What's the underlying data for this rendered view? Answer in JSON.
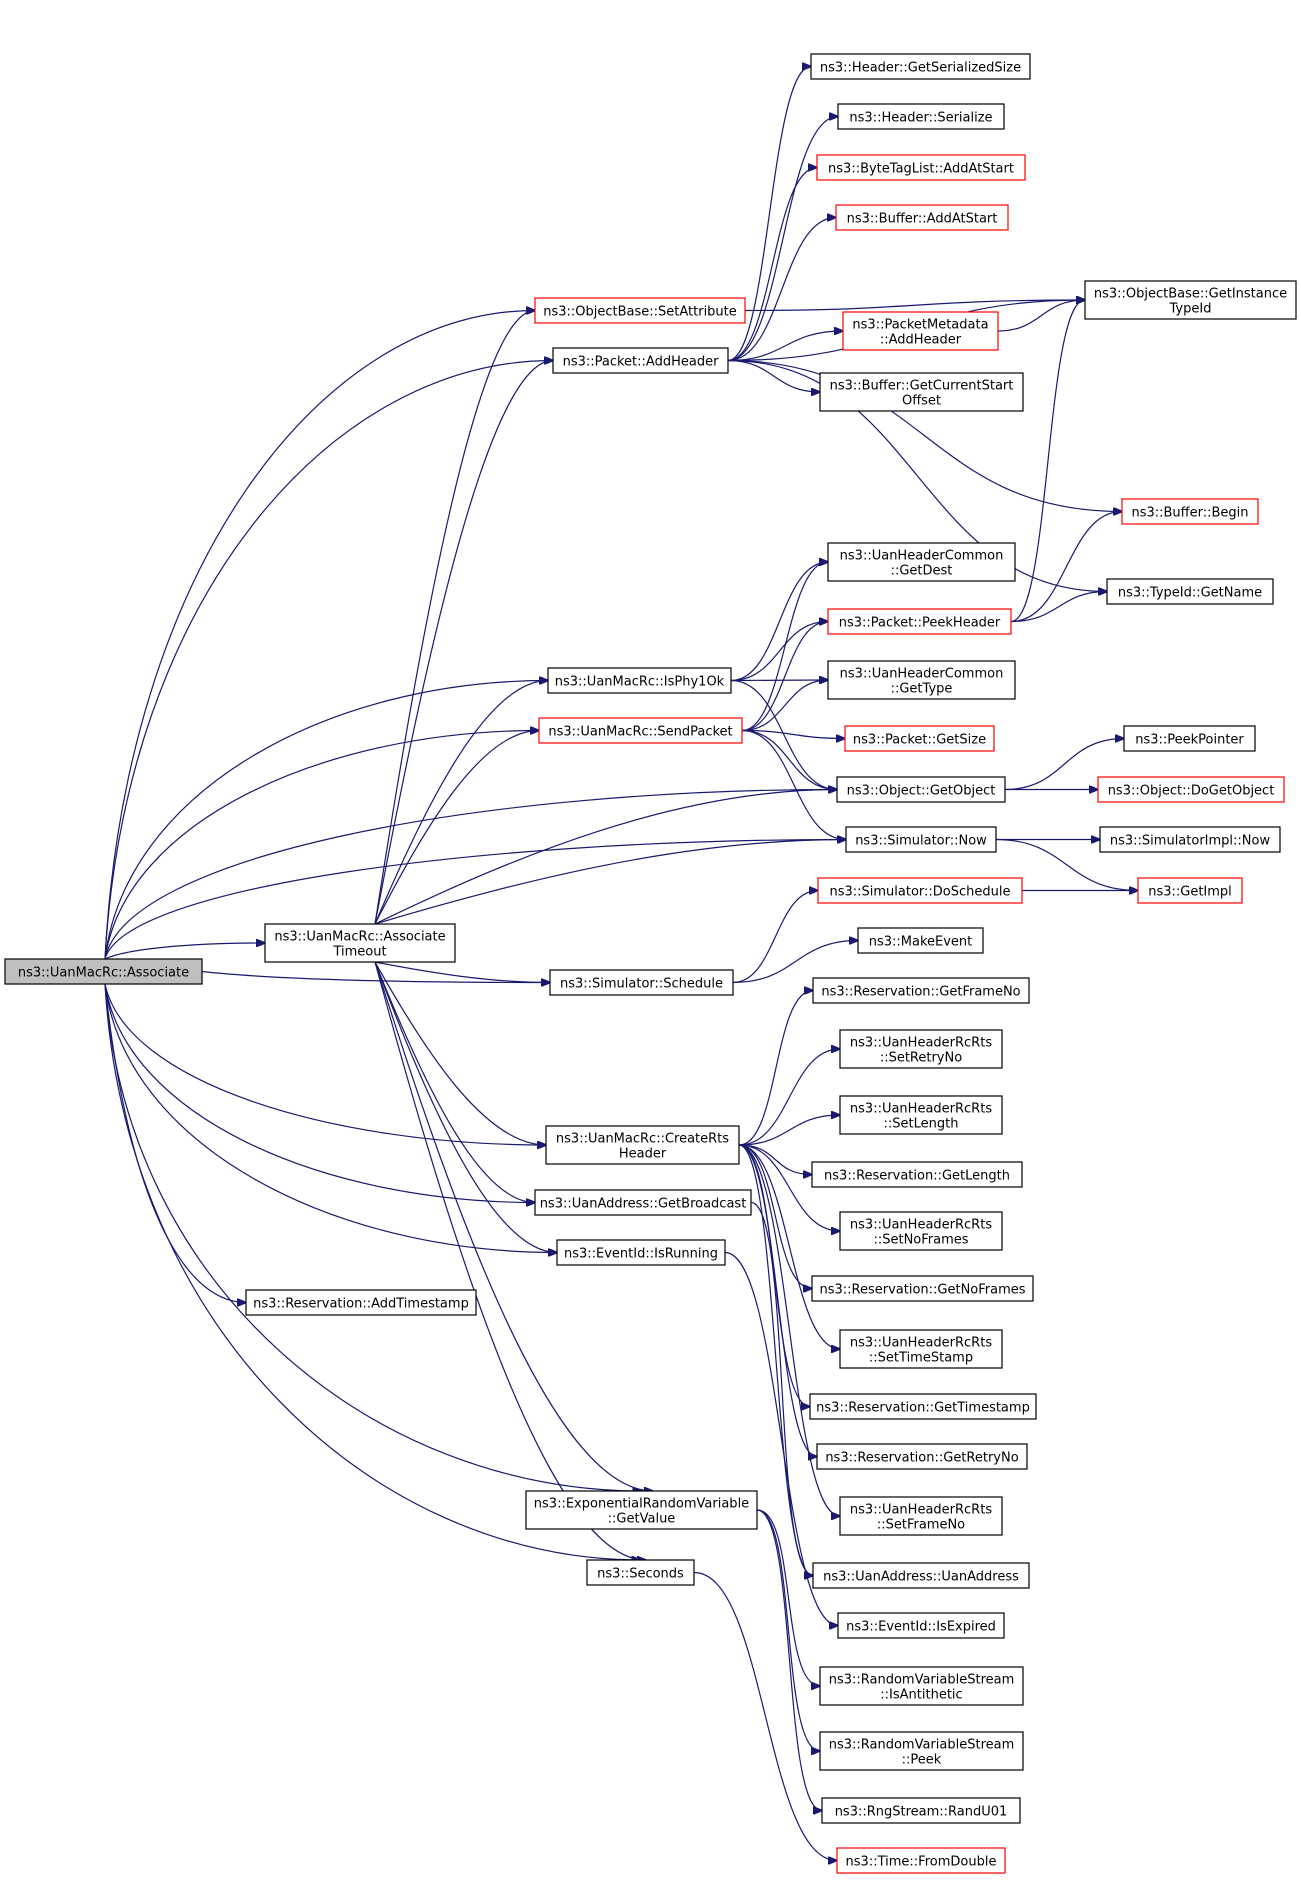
{
  "colors": {
    "edge": "#191970",
    "node_border": "#000000",
    "node_border_truncated": "#ff0000",
    "root_fill": "#bfbfbf",
    "node_fill": "#ffffff"
  },
  "nodes": [
    {
      "id": "root",
      "lines": [
        "ns3::UanMacRc::Associate"
      ],
      "style": "root"
    },
    {
      "id": "setattr",
      "lines": [
        "ns3::ObjectBase::SetAttribute"
      ],
      "style": "red"
    },
    {
      "id": "addheader",
      "lines": [
        "ns3::Packet::AddHeader"
      ],
      "style": "black"
    },
    {
      "id": "getser",
      "lines": [
        "ns3::Header::GetSerializedSize"
      ],
      "style": "black"
    },
    {
      "id": "hser",
      "lines": [
        "ns3::Header::Serialize"
      ],
      "style": "black"
    },
    {
      "id": "btl",
      "lines": [
        "ns3::ByteTagList::AddAtStart"
      ],
      "style": "red"
    },
    {
      "id": "bufadd",
      "lines": [
        "ns3::Buffer::AddAtStart"
      ],
      "style": "red"
    },
    {
      "id": "getinst",
      "lines": [
        "ns3::ObjectBase::GetInstance",
        "TypeId"
      ],
      "style": "black"
    },
    {
      "id": "pmeta",
      "lines": [
        "ns3::PacketMetadata",
        "::AddHeader"
      ],
      "style": "red"
    },
    {
      "id": "bufcur",
      "lines": [
        "ns3::Buffer::GetCurrentStart",
        "Offset"
      ],
      "style": "black"
    },
    {
      "id": "bufbegin",
      "lines": [
        "ns3::Buffer::Begin"
      ],
      "style": "red"
    },
    {
      "id": "getdest",
      "lines": [
        "ns3::UanHeaderCommon",
        "::GetDest"
      ],
      "style": "black"
    },
    {
      "id": "typename",
      "lines": [
        "ns3::TypeId::GetName"
      ],
      "style": "black"
    },
    {
      "id": "peekheader",
      "lines": [
        "ns3::Packet::PeekHeader"
      ],
      "style": "red"
    },
    {
      "id": "isphy",
      "lines": [
        "ns3::UanMacRc::IsPhy1Ok"
      ],
      "style": "black"
    },
    {
      "id": "gettype",
      "lines": [
        "ns3::UanHeaderCommon",
        "::GetType"
      ],
      "style": "black"
    },
    {
      "id": "sendpacket",
      "lines": [
        "ns3::UanMacRc::SendPacket"
      ],
      "style": "red"
    },
    {
      "id": "getsize",
      "lines": [
        "ns3::Packet::GetSize"
      ],
      "style": "red"
    },
    {
      "id": "peekptr",
      "lines": [
        "ns3::PeekPointer"
      ],
      "style": "black"
    },
    {
      "id": "getobj",
      "lines": [
        "ns3::Object::GetObject"
      ],
      "style": "black"
    },
    {
      "id": "dogetobj",
      "lines": [
        "ns3::Object::DoGetObject"
      ],
      "style": "red"
    },
    {
      "id": "now",
      "lines": [
        "ns3::Simulator::Now"
      ],
      "style": "black"
    },
    {
      "id": "implnow",
      "lines": [
        "ns3::SimulatorImpl::Now"
      ],
      "style": "black"
    },
    {
      "id": "doschedule",
      "lines": [
        "ns3::Simulator::DoSchedule"
      ],
      "style": "red"
    },
    {
      "id": "getimpl",
      "lines": [
        "ns3::GetImpl"
      ],
      "style": "red"
    },
    {
      "id": "assoctimeout",
      "lines": [
        "ns3::UanMacRc::Associate",
        "Timeout"
      ],
      "style": "black"
    },
    {
      "id": "makeevent",
      "lines": [
        "ns3::MakeEvent"
      ],
      "style": "black"
    },
    {
      "id": "schedule",
      "lines": [
        "ns3::Simulator::Schedule"
      ],
      "style": "black"
    },
    {
      "id": "getframeno",
      "lines": [
        "ns3::Reservation::GetFrameNo"
      ],
      "style": "black"
    },
    {
      "id": "setretry",
      "lines": [
        "ns3::UanHeaderRcRts",
        "::SetRetryNo"
      ],
      "style": "black"
    },
    {
      "id": "setlength",
      "lines": [
        "ns3::UanHeaderRcRts",
        "::SetLength"
      ],
      "style": "black"
    },
    {
      "id": "creatirts",
      "lines": [
        "ns3::UanMacRc::CreateRts",
        "Header"
      ],
      "style": "black"
    },
    {
      "id": "getlength",
      "lines": [
        "ns3::Reservation::GetLength"
      ],
      "style": "black"
    },
    {
      "id": "getbcast",
      "lines": [
        "ns3::UanAddress::GetBroadcast"
      ],
      "style": "black"
    },
    {
      "id": "setnoframes",
      "lines": [
        "ns3::UanHeaderRcRts",
        "::SetNoFrames"
      ],
      "style": "black"
    },
    {
      "id": "isrunning",
      "lines": [
        "ns3::EventId::IsRunning"
      ],
      "style": "black"
    },
    {
      "id": "addts",
      "lines": [
        "ns3::Reservation::AddTimestamp"
      ],
      "style": "black"
    },
    {
      "id": "getnoframes",
      "lines": [
        "ns3::Reservation::GetNoFrames"
      ],
      "style": "black"
    },
    {
      "id": "setts",
      "lines": [
        "ns3::UanHeaderRcRts",
        "::SetTimeStamp"
      ],
      "style": "black"
    },
    {
      "id": "getts",
      "lines": [
        "ns3::Reservation::GetTimestamp"
      ],
      "style": "black"
    },
    {
      "id": "getretry",
      "lines": [
        "ns3::Reservation::GetRetryNo"
      ],
      "style": "black"
    },
    {
      "id": "setframeno",
      "lines": [
        "ns3::UanHeaderRcRts",
        "::SetFrameNo"
      ],
      "style": "black"
    },
    {
      "id": "expval",
      "lines": [
        "ns3::ExponentialRandomVariable",
        "::GetValue"
      ],
      "style": "black"
    },
    {
      "id": "uanaddr",
      "lines": [
        "ns3::UanAddress::UanAddress"
      ],
      "style": "black"
    },
    {
      "id": "seconds",
      "lines": [
        "ns3::Seconds"
      ],
      "style": "black"
    },
    {
      "id": "isexpired",
      "lines": [
        "ns3::EventId::IsExpired"
      ],
      "style": "black"
    },
    {
      "id": "isanti",
      "lines": [
        "ns3::RandomVariableStream",
        "::IsAntithetic"
      ],
      "style": "black"
    },
    {
      "id": "rvspeek",
      "lines": [
        "ns3::RandomVariableStream",
        "::Peek"
      ],
      "style": "black"
    },
    {
      "id": "randu01",
      "lines": [
        "ns3::RngStream::RandU01"
      ],
      "style": "black"
    },
    {
      "id": "fromdouble",
      "lines": [
        "ns3::Time::FromDouble"
      ],
      "style": "red"
    }
  ],
  "edges": [
    [
      "root",
      "setattr"
    ],
    [
      "root",
      "addheader"
    ],
    [
      "root",
      "isphy"
    ],
    [
      "root",
      "sendpacket"
    ],
    [
      "root",
      "getobj"
    ],
    [
      "root",
      "now"
    ],
    [
      "root",
      "assoctimeout"
    ],
    [
      "root",
      "schedule"
    ],
    [
      "root",
      "creatirts"
    ],
    [
      "root",
      "getbcast"
    ],
    [
      "root",
      "isrunning"
    ],
    [
      "root",
      "addts"
    ],
    [
      "root",
      "expval"
    ],
    [
      "root",
      "seconds"
    ],
    [
      "setattr",
      "getinst"
    ],
    [
      "addheader",
      "getser"
    ],
    [
      "addheader",
      "hser"
    ],
    [
      "addheader",
      "btl"
    ],
    [
      "addheader",
      "bufadd"
    ],
    [
      "addheader",
      "getinst"
    ],
    [
      "addheader",
      "pmeta"
    ],
    [
      "addheader",
      "bufcur"
    ],
    [
      "addheader",
      "bufbegin"
    ],
    [
      "addheader",
      "typename"
    ],
    [
      "pmeta",
      "getinst"
    ],
    [
      "peekheader",
      "getinst"
    ],
    [
      "peekheader",
      "bufbegin"
    ],
    [
      "peekheader",
      "typename"
    ],
    [
      "isphy",
      "getdest"
    ],
    [
      "isphy",
      "peekheader"
    ],
    [
      "isphy",
      "gettype"
    ],
    [
      "isphy",
      "getobj"
    ],
    [
      "sendpacket",
      "getdest"
    ],
    [
      "sendpacket",
      "peekheader"
    ],
    [
      "sendpacket",
      "gettype"
    ],
    [
      "sendpacket",
      "getsize"
    ],
    [
      "sendpacket",
      "getobj"
    ],
    [
      "sendpacket",
      "now"
    ],
    [
      "getobj",
      "peekptr"
    ],
    [
      "getobj",
      "dogetobj"
    ],
    [
      "now",
      "implnow"
    ],
    [
      "now",
      "getimpl"
    ],
    [
      "doschedule",
      "getimpl"
    ],
    [
      "schedule",
      "doschedule"
    ],
    [
      "schedule",
      "makeevent"
    ],
    [
      "assoctimeout",
      "setattr"
    ],
    [
      "assoctimeout",
      "addheader"
    ],
    [
      "assoctimeout",
      "isphy"
    ],
    [
      "assoctimeout",
      "sendpacket"
    ],
    [
      "assoctimeout",
      "getobj"
    ],
    [
      "assoctimeout",
      "now"
    ],
    [
      "assoctimeout",
      "schedule"
    ],
    [
      "assoctimeout",
      "creatirts"
    ],
    [
      "assoctimeout",
      "getbcast"
    ],
    [
      "assoctimeout",
      "isrunning"
    ],
    [
      "assoctimeout",
      "expval"
    ],
    [
      "assoctimeout",
      "seconds"
    ],
    [
      "creatirts",
      "getframeno"
    ],
    [
      "creatirts",
      "setretry"
    ],
    [
      "creatirts",
      "setlength"
    ],
    [
      "creatirts",
      "getlength"
    ],
    [
      "creatirts",
      "setnoframes"
    ],
    [
      "creatirts",
      "getnoframes"
    ],
    [
      "creatirts",
      "setts"
    ],
    [
      "creatirts",
      "getts"
    ],
    [
      "creatirts",
      "getretry"
    ],
    [
      "creatirts",
      "setframeno"
    ],
    [
      "creatirts",
      "uanaddr"
    ],
    [
      "getbcast",
      "uanaddr"
    ],
    [
      "isrunning",
      "isexpired"
    ],
    [
      "expval",
      "isanti"
    ],
    [
      "expval",
      "rvspeek"
    ],
    [
      "expval",
      "randu01"
    ],
    [
      "seconds",
      "fromdouble"
    ]
  ]
}
